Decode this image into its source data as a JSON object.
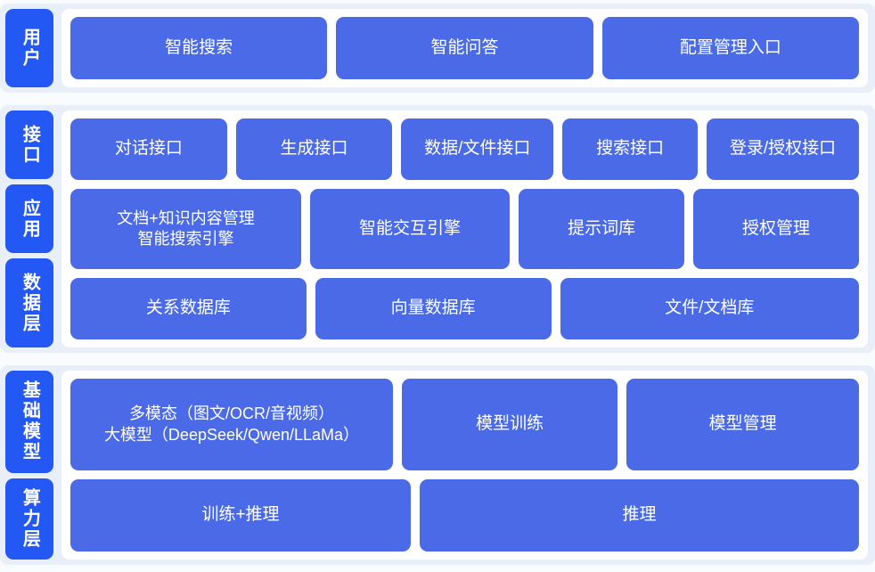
{
  "colors": {
    "page_background": "#f8fcff",
    "band_background": "#e9eff8",
    "card_background": "#ffffff",
    "tab_blue": "#2458f5",
    "chip_blue": "#4a6ae8",
    "text_white": "#ffffff"
  },
  "bands": [
    {
      "id": "user",
      "tabs": [
        {
          "label": "用户"
        }
      ],
      "rows": [
        {
          "id": "user-row",
          "chips": [
            {
              "label": "智能搜索",
              "grow": 1
            },
            {
              "label": "智能问答",
              "grow": 1
            },
            {
              "label": "配置管理入口",
              "grow": 1
            }
          ]
        }
      ]
    },
    {
      "id": "application",
      "tabs": [
        {
          "label": "接口"
        },
        {
          "label": "应用"
        },
        {
          "label": "数据层"
        }
      ],
      "rows": [
        {
          "id": "interface-row",
          "chips": [
            {
              "label": "对话接口",
              "grow": 1.03
            },
            {
              "label": "生成接口",
              "grow": 1.03
            },
            {
              "label": "数据/文件接口",
              "grow": 1.0
            },
            {
              "label": "搜索接口",
              "grow": 0.88
            },
            {
              "label": "登录/授权接口",
              "grow": 1.0
            }
          ]
        },
        {
          "id": "application-row",
          "chips": [
            {
              "label": "文档+知识内容管理\n智能搜索引擎",
              "grow": 1.42,
              "two_line": true
            },
            {
              "label": "智能交互引擎",
              "grow": 1.22
            },
            {
              "label": "提示词库",
              "grow": 1.0
            },
            {
              "label": "授权管理",
              "grow": 1.0
            }
          ]
        },
        {
          "id": "data-row",
          "chips": [
            {
              "label": "关系数据库",
              "grow": 1.0
            },
            {
              "label": "向量数据库",
              "grow": 1.0
            },
            {
              "label": "文件/文档库",
              "grow": 1.28
            }
          ]
        }
      ]
    },
    {
      "id": "infrastructure",
      "tabs": [
        {
          "label": "基础模型"
        },
        {
          "label": "算力层"
        }
      ],
      "rows": [
        {
          "id": "base-model-row",
          "chips": [
            {
              "label": "多模态（图文/OCR/音视频）\n大模型（DeepSeek/Qwen/LLaMa）",
              "grow": 1.52,
              "two_line": true
            },
            {
              "label": "模型训练",
              "grow": 1.0
            },
            {
              "label": "模型管理",
              "grow": 1.08
            }
          ]
        },
        {
          "id": "compute-row",
          "chips": [
            {
              "label": "训练+推理",
              "grow": 1.0
            },
            {
              "label": "推理",
              "grow": 1.3
            }
          ]
        }
      ]
    }
  ]
}
